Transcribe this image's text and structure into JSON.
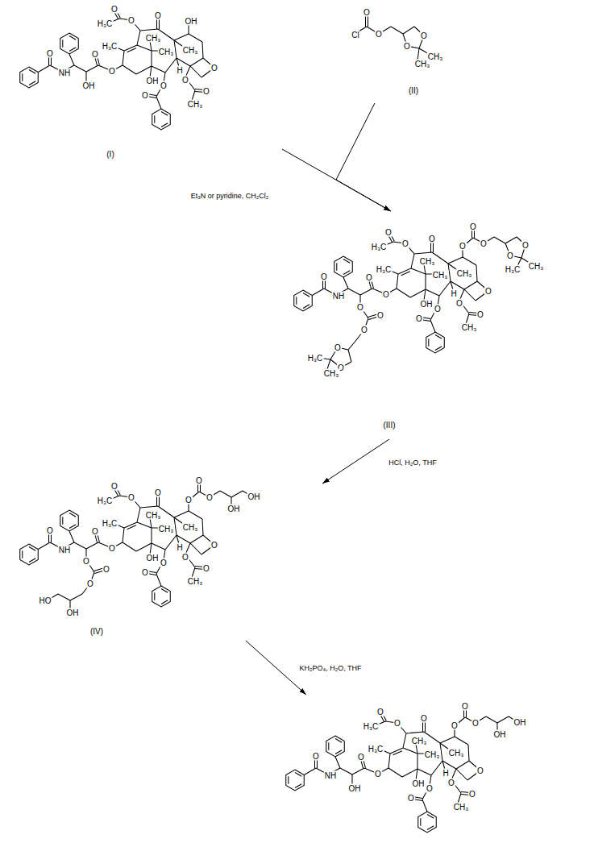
{
  "diagram": {
    "nodes": [
      {
        "text": [
          "O",
          "H₃C",
          "O",
          "O",
          "OH",
          "H₃C",
          "CH₃",
          "CH₃",
          "CH₃",
          "O",
          "O",
          "OH",
          "H",
          "O",
          "O",
          "CH₃",
          "O",
          "O",
          "O",
          "NH",
          "O",
          "OH",
          "(I)"
        ]
      },
      {
        "text": [
          "O",
          "Cl",
          "O",
          "O",
          "O",
          "CH₃",
          "CH₃",
          "(II)"
        ]
      },
      {
        "text": [
          "O",
          "H₃C",
          "O",
          "O",
          "O",
          "O",
          "O",
          "O",
          "O",
          "CH₃",
          "H₃C",
          "H₃C",
          "CH₃",
          "CH₃",
          "CH₃",
          "O",
          "O",
          "OH",
          "H",
          "O",
          "O",
          "CH₃",
          "O",
          "O",
          "O",
          "NH",
          "O",
          "O",
          "O",
          "O",
          "O",
          "O",
          "H₃C",
          "CH₃",
          "(III)"
        ]
      },
      {
        "text": [
          "O",
          "H₃C",
          "O",
          "O",
          "O",
          "O",
          "O",
          "OH",
          "OH",
          "H₃C",
          "CH₃",
          "CH₃",
          "CH₃",
          "O",
          "O",
          "OH",
          "H",
          "O",
          "O",
          "CH₃",
          "O",
          "O",
          "O",
          "NH",
          "O",
          "O",
          "O",
          "O",
          "OH",
          "HO",
          "(IV)"
        ]
      },
      {
        "text": [
          "O",
          "H₃C",
          "O",
          "O",
          "O",
          "O",
          "O",
          "OH",
          "OH",
          "H₃C",
          "CH₃",
          "CH₃",
          "CH₃",
          "O",
          "O",
          "OH",
          "H",
          "O",
          "O",
          "CH₃",
          "O",
          "O",
          "O",
          "NH",
          "O",
          "OH"
        ]
      }
    ],
    "edges": [
      {
        "from": 0,
        "to": 2,
        "arrow": "to",
        "label": "Et₃N or pyridine, CH₂Cl₂"
      },
      {
        "from": 1,
        "to": 2,
        "arrow": "to"
      },
      {
        "from": 2,
        "to": 3,
        "arrow": "to",
        "label": "HCl, H₂O, THF"
      },
      {
        "from": 3,
        "to": 4,
        "arrow": "to",
        "label": "KH₂PO₄, H₂O, THF"
      }
    ]
  }
}
